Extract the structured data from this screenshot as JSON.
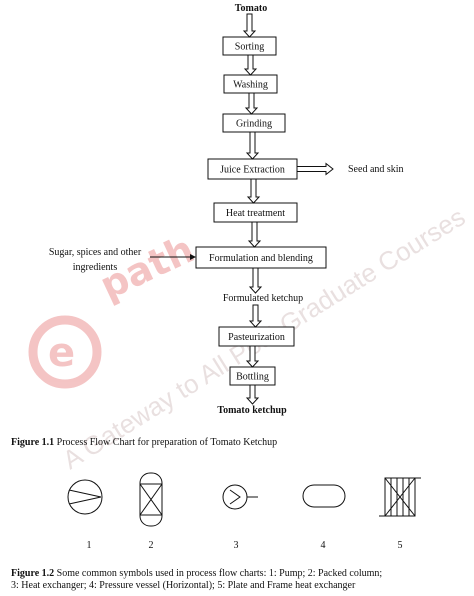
{
  "flow": {
    "input": "Tomato",
    "steps": [
      "Sorting",
      "Washing",
      "Grinding",
      "Juice Extraction",
      "Heat treatment",
      "Formulation and blending",
      "Pasteurization",
      "Bottling"
    ],
    "side_output": "Seed and skin",
    "side_input_line1": "Sugar, spices and other",
    "side_input_line2": "ingredients",
    "intermediate": "Formulated ketchup",
    "output": "Tomato ketchup"
  },
  "figure1": {
    "label": "Figure 1.1",
    "caption": " Process Flow Chart for preparation of Tomato Ketchup"
  },
  "symbols": {
    "numbers": [
      "1",
      "2",
      "3",
      "4",
      "5"
    ]
  },
  "figure2": {
    "label": "Figure 1.2",
    "caption_line1": " Some common symbols used in process flow charts: 1: Pump; 2: Packed column;",
    "caption_line2": "3: Heat exchanger; 4: Pressure vessel (Horizontal); 5: Plate and Frame heat exchanger"
  },
  "watermark": {
    "text": "A Gateway to All Post Graduate Courses",
    "logo_text": "epathshala"
  },
  "colors": {
    "line": "#111111",
    "watermark": "#d8c7c7",
    "logo_red": "#e05a5a"
  }
}
